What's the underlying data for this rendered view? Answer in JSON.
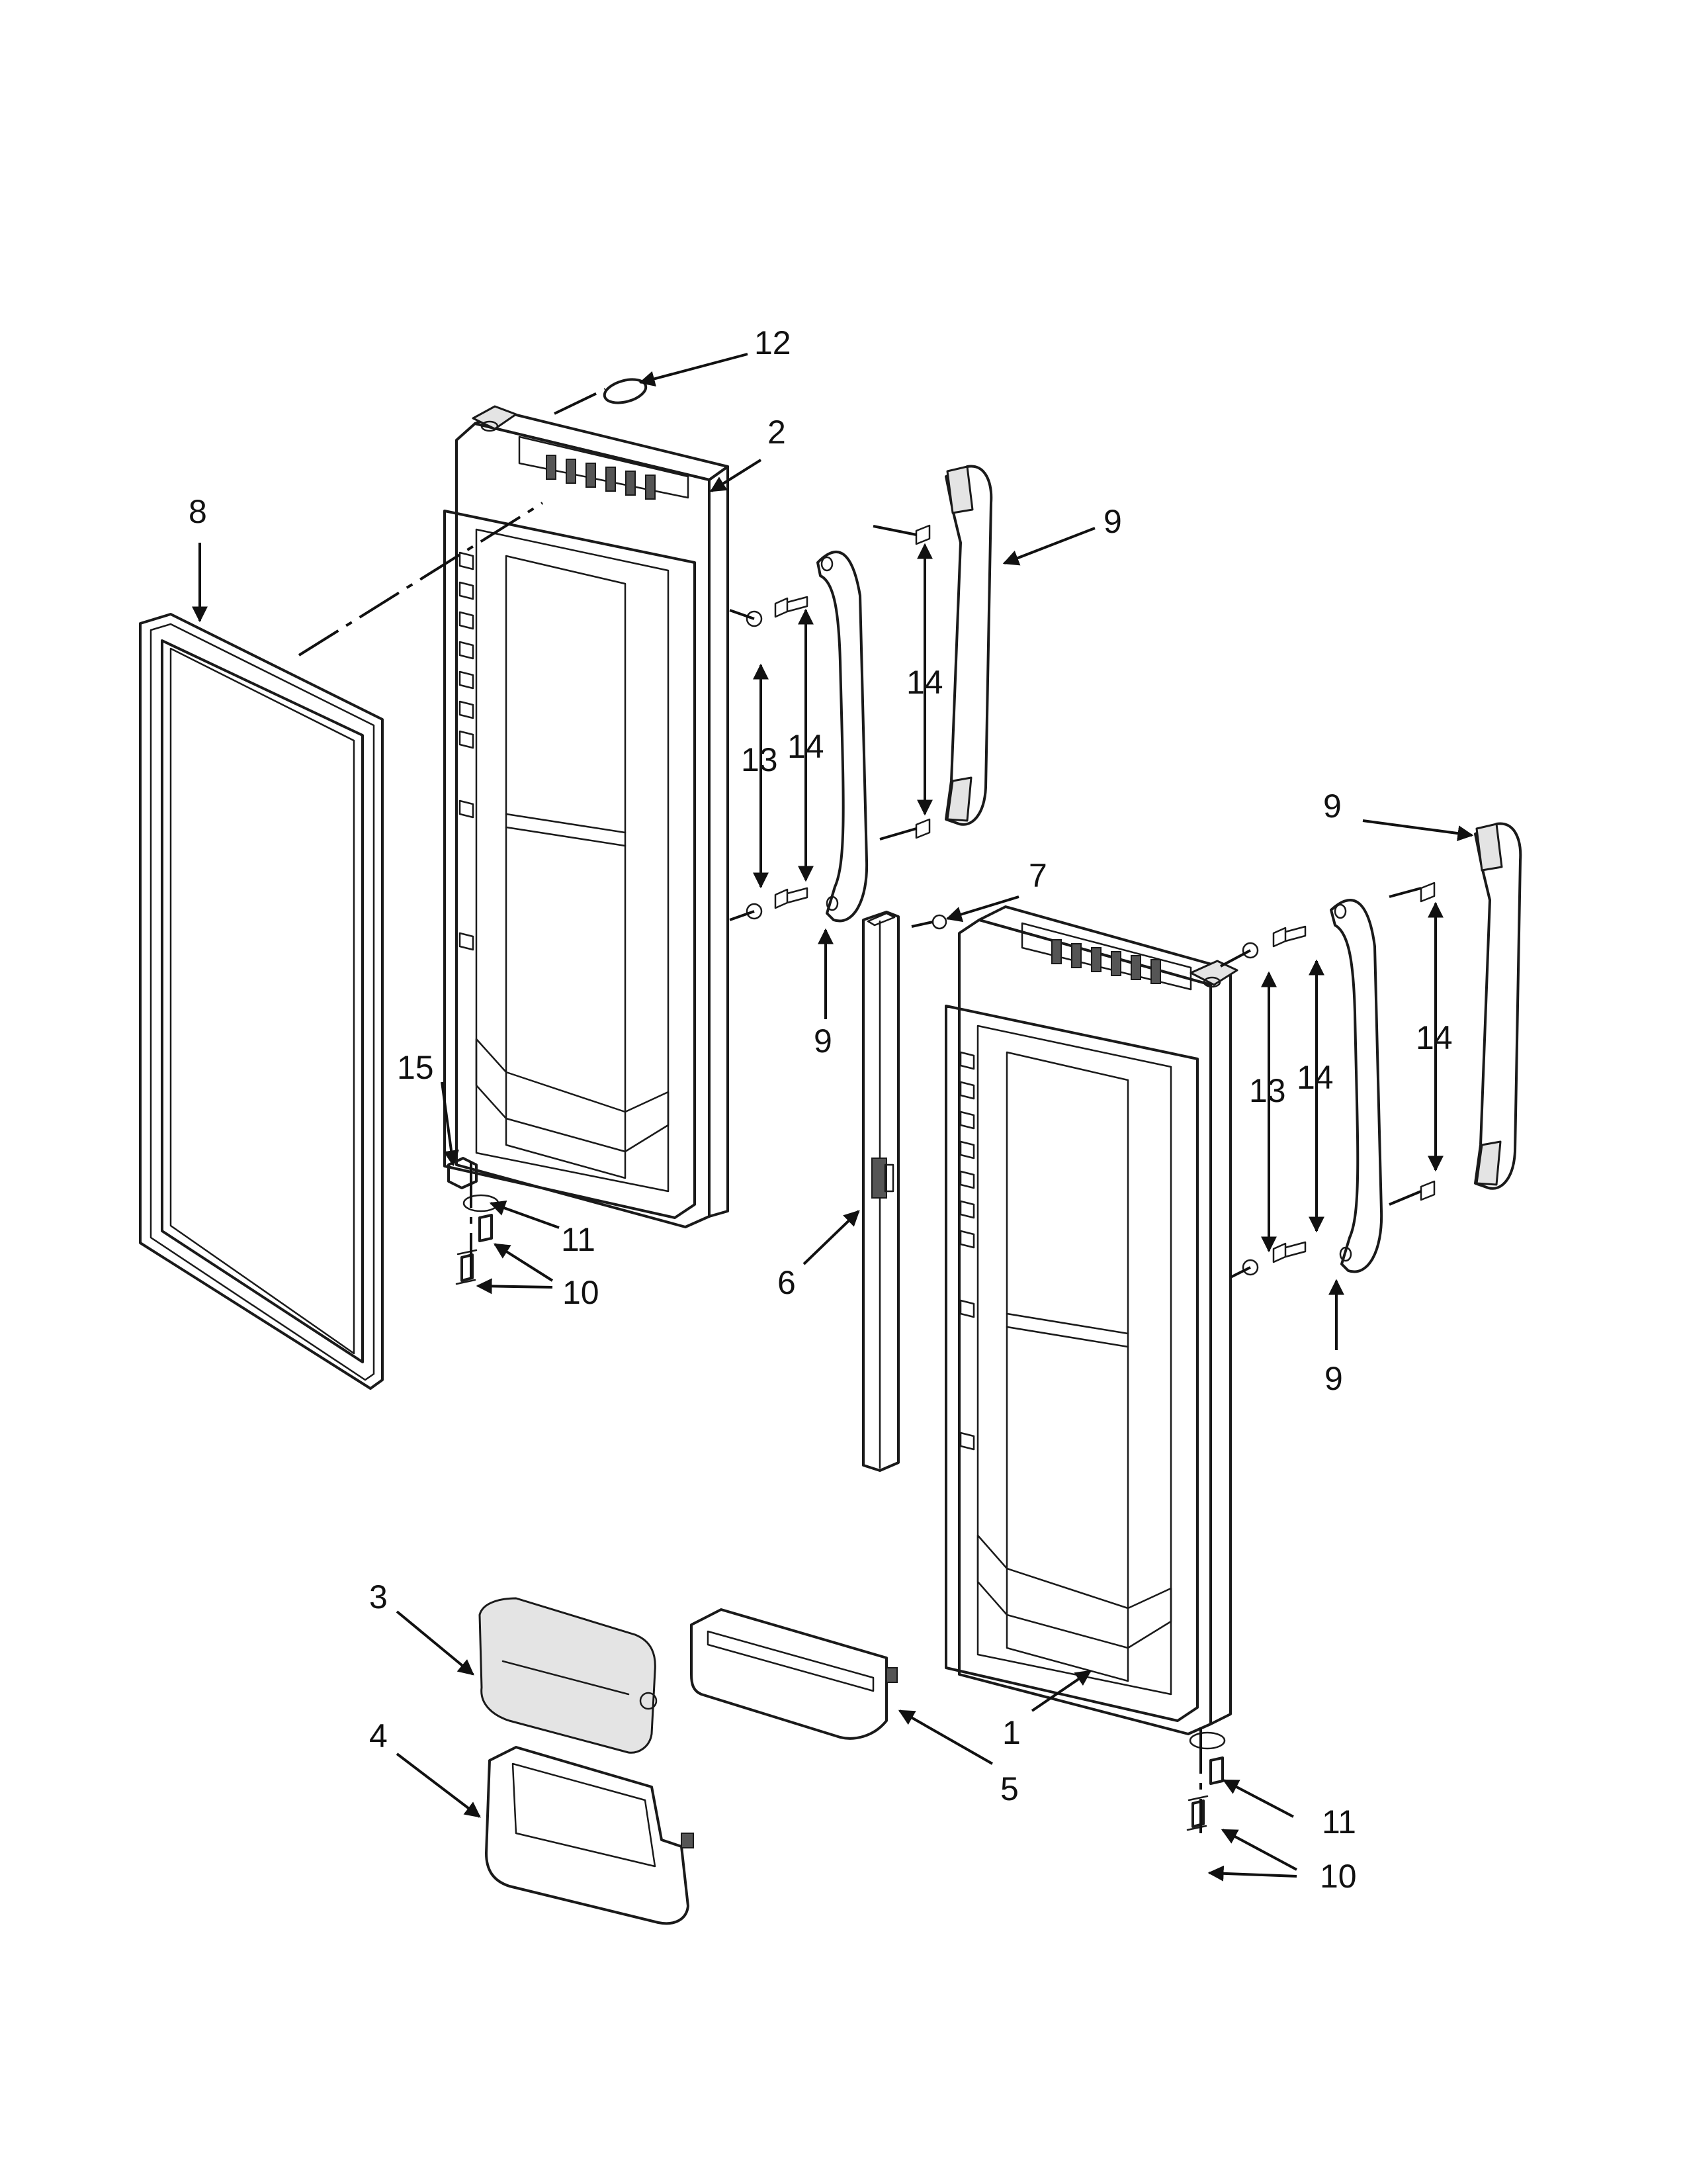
{
  "callouts": {
    "c1": "1",
    "c2": "2",
    "c3": "3",
    "c4": "4",
    "c5": "5",
    "c6": "6",
    "c7": "7",
    "c8": "8",
    "c9a": "9",
    "c9b": "9",
    "c9c": "9",
    "c9d": "9",
    "c10a": "10",
    "c10b": "10",
    "c11a": "11",
    "c11b": "11",
    "c12": "12",
    "c13a": "13",
    "c13b": "13",
    "c14a": "14",
    "c14b": "14",
    "c14c": "14",
    "c14d": "14",
    "c15": "15"
  }
}
